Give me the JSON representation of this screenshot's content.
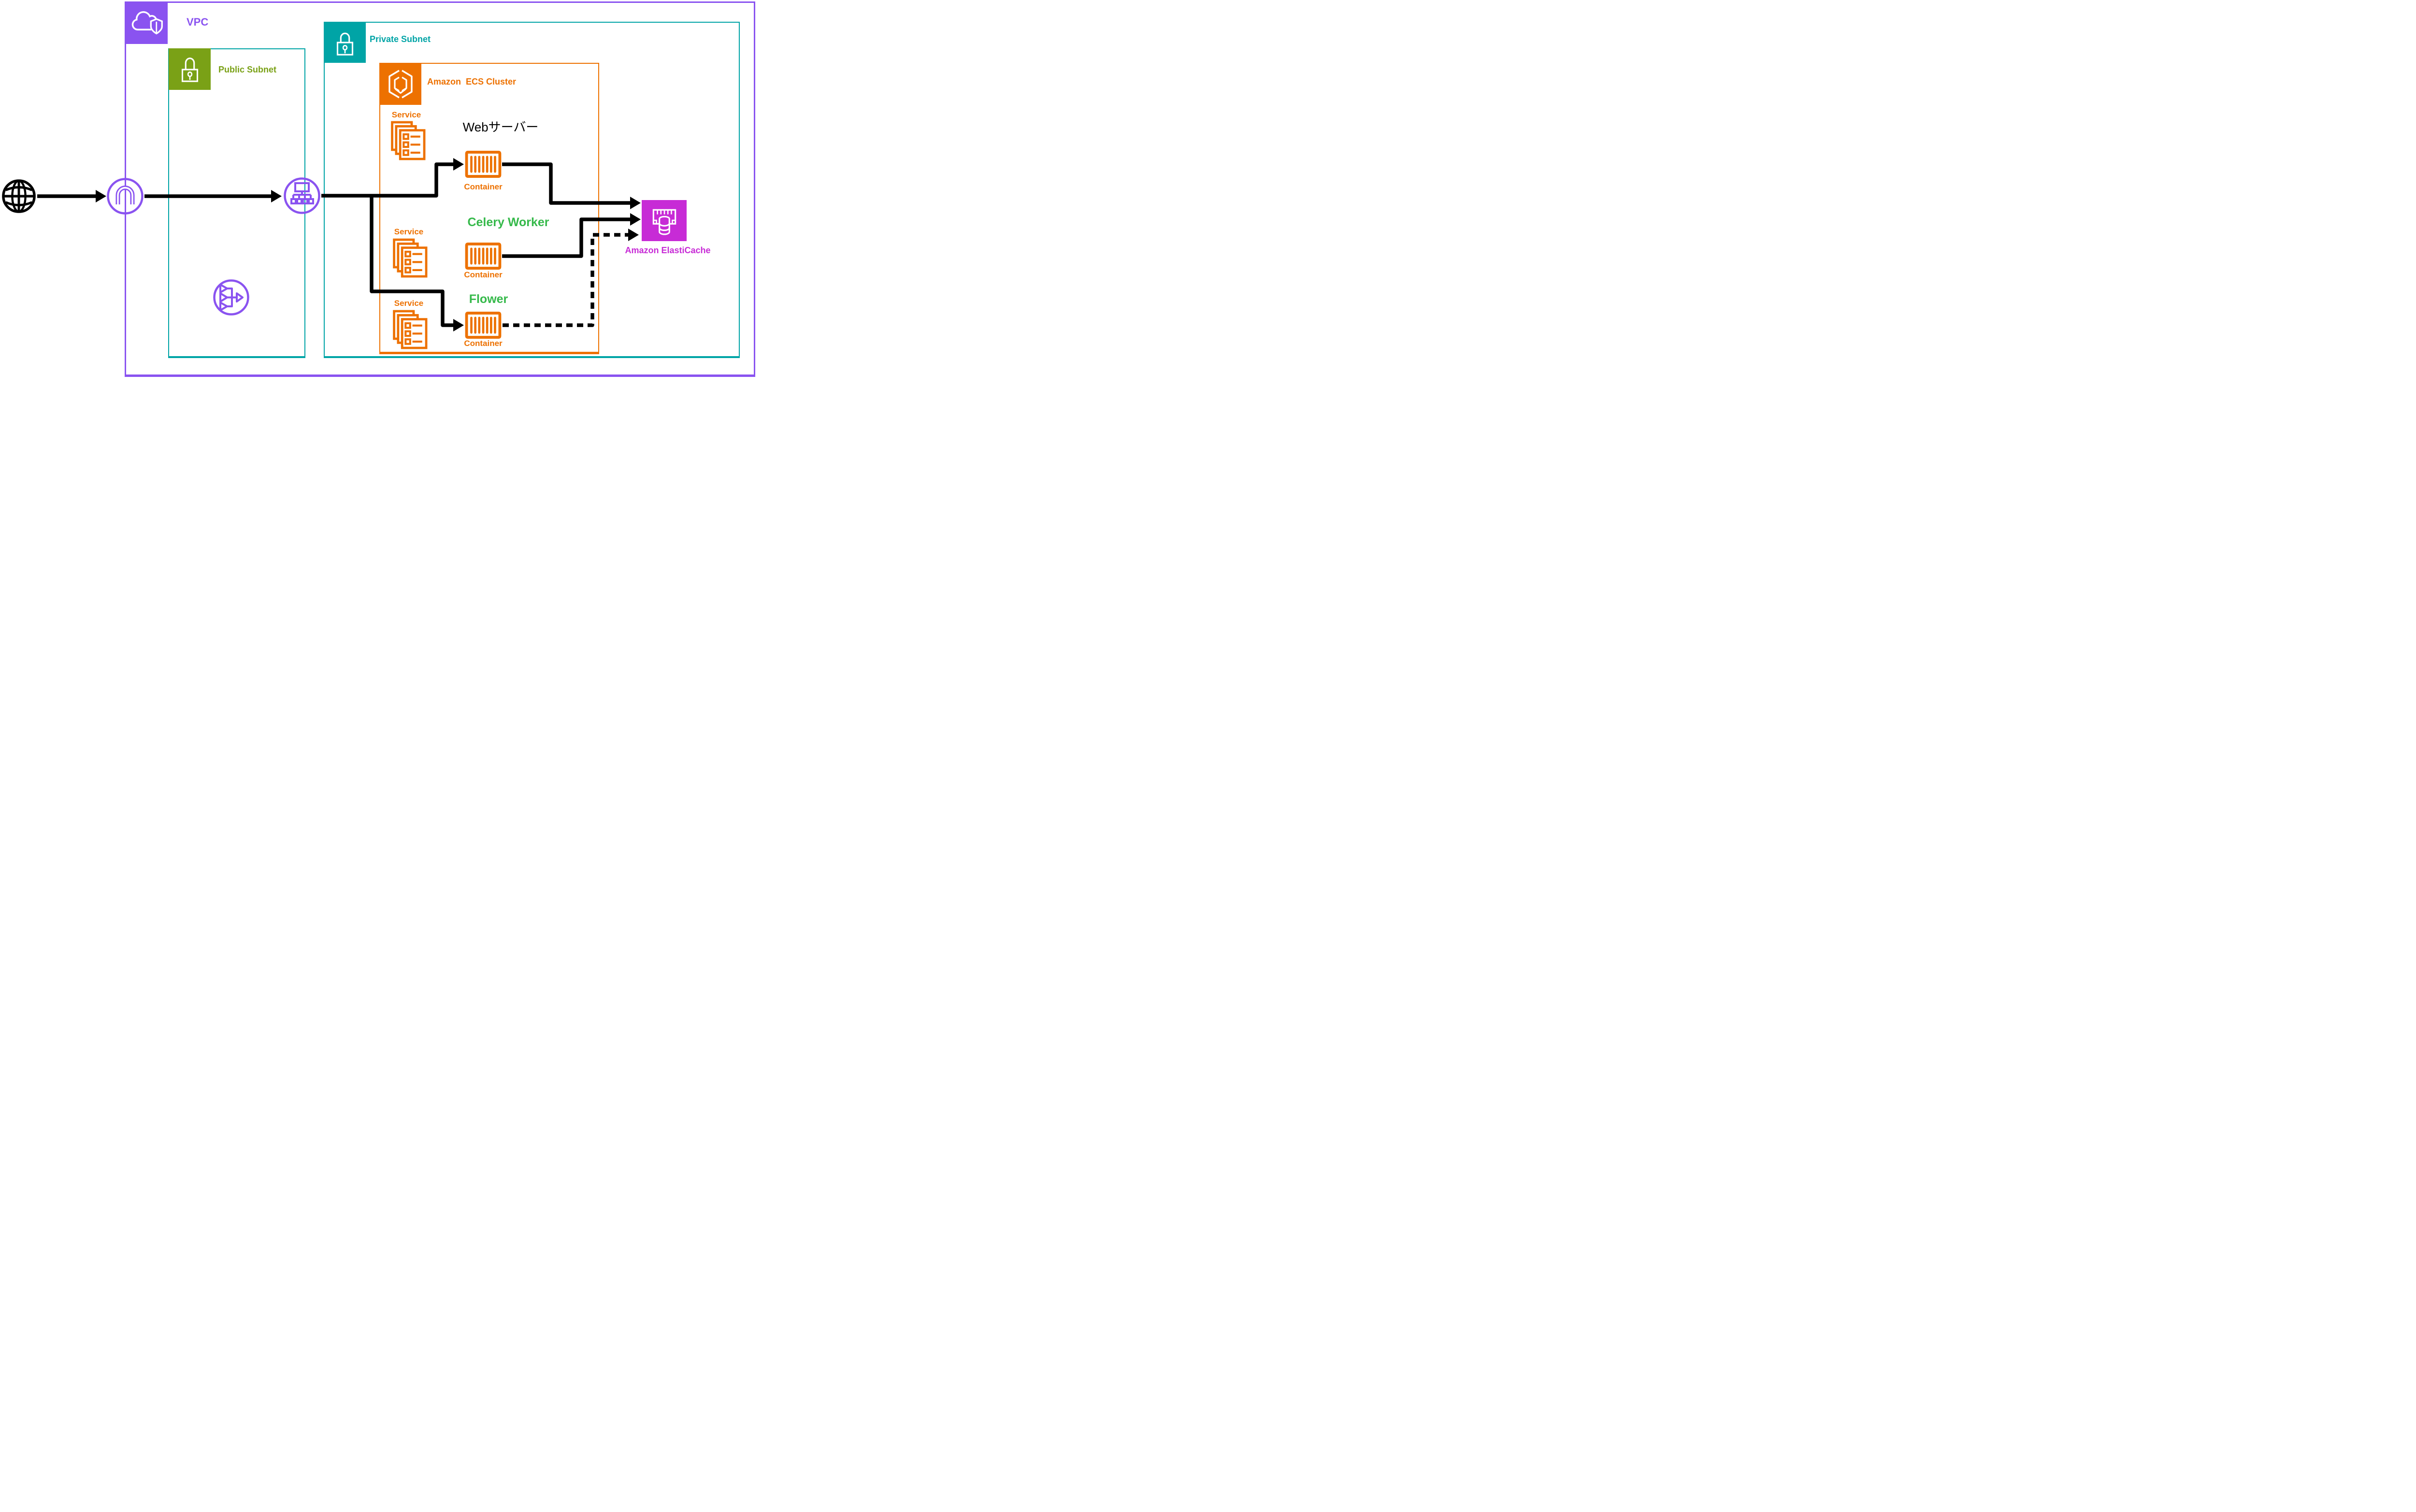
{
  "colors": {
    "purple": "#8A53F0",
    "teal": "#00A4A6",
    "green": "#7AA116",
    "orange": "#ED7100",
    "magenta": "#C72BD6",
    "text-green": "#35B94A",
    "ink": "#000000"
  },
  "vpc": {
    "label": "VPC"
  },
  "public_subnet": {
    "label": "Public Subnet"
  },
  "private_subnet": {
    "label": "Private Subnet"
  },
  "ecs_cluster": {
    "label": "Amazon  ECS Cluster"
  },
  "elasticache": {
    "label": "Amazon ElastiCache"
  },
  "groups": [
    {
      "service_label": "Service",
      "title": "Webサーバー",
      "container_label": "Container"
    },
    {
      "service_label": "Service",
      "title": "Celery Worker",
      "container_label": "Container"
    },
    {
      "service_label": "Service",
      "title": "Flower",
      "container_label": "Container"
    }
  ],
  "icons": {
    "internet": "globe-icon",
    "internet_gateway": "internet-gateway-icon",
    "load_balancer": "load-balancer-icon",
    "nat_gateway": "nat-gateway-icon",
    "vpc": "vpc-cloud-shield-icon",
    "public_subnet": "open-lock-icon",
    "private_subnet": "closed-lock-icon",
    "ecs_cluster": "ecs-hexagon-icon",
    "service": "service-tasklist-icon",
    "container": "container-icon",
    "elasticache": "elasticache-chip-db-icon"
  }
}
